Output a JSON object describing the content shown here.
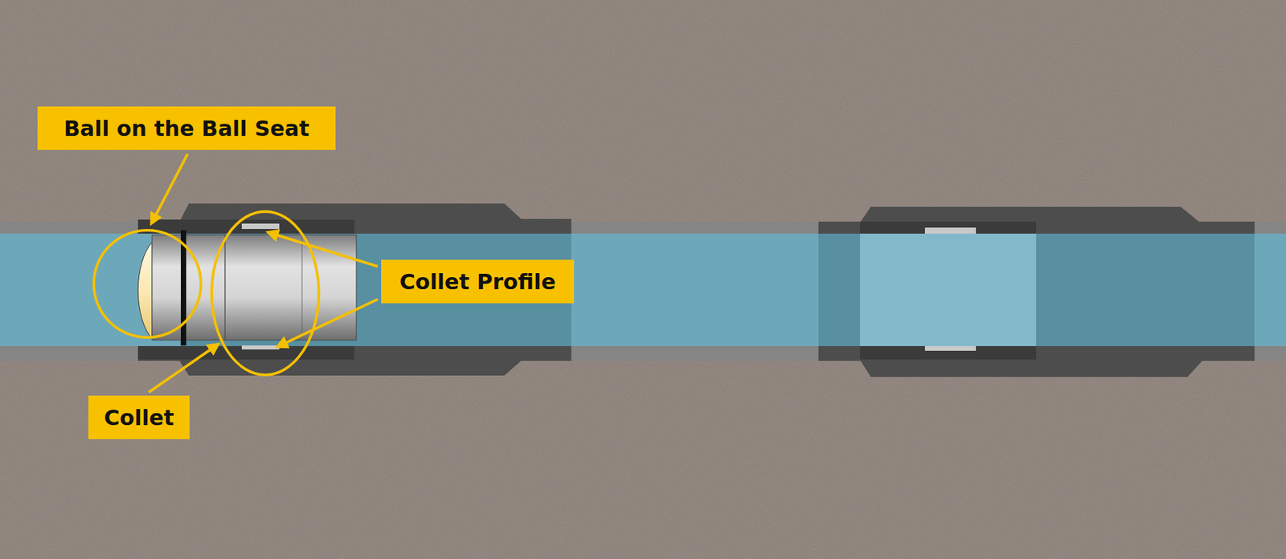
{
  "diagram": {
    "nodes": [
      {
        "text": [
          "Ball on the Ball Seat"
        ]
      },
      {
        "text": [
          "Collet Profile"
        ]
      },
      {
        "text": [
          "Collet"
        ]
      }
    ]
  }
}
